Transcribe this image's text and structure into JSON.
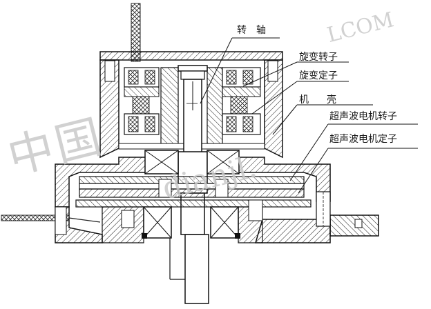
{
  "diagram": {
    "labels": {
      "shaft": "转轴",
      "resolver_rotor": "旋变转子",
      "resolver_stator": "旋变定子",
      "housing": "机壳",
      "usm_rotor": "超声波电机转子",
      "usm_stator": "超声波电机定子"
    },
    "watermarks": {
      "cn": "中国",
      "en": "dianjl.",
      "en2": "LCOM"
    }
  }
}
